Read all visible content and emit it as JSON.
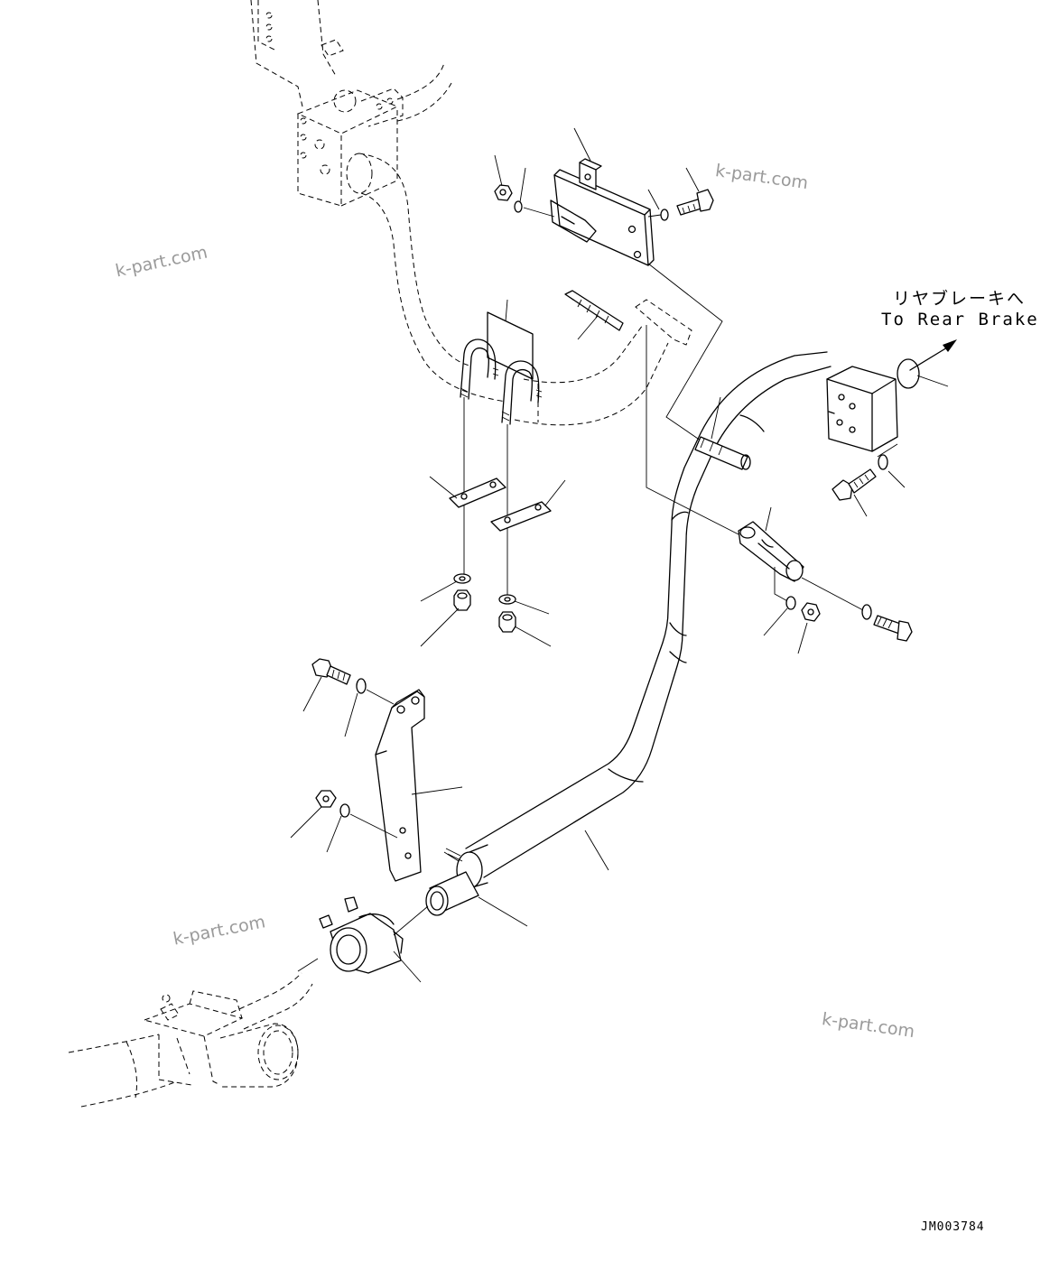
{
  "diagram": {
    "annotation_jp": "リヤブレーキへ",
    "annotation_en": "To Rear Brake",
    "drawing_code": "JM003784",
    "watermarks": [
      "k-part.com",
      "k-part.com",
      "k-part.com",
      "k-part.com"
    ]
  }
}
